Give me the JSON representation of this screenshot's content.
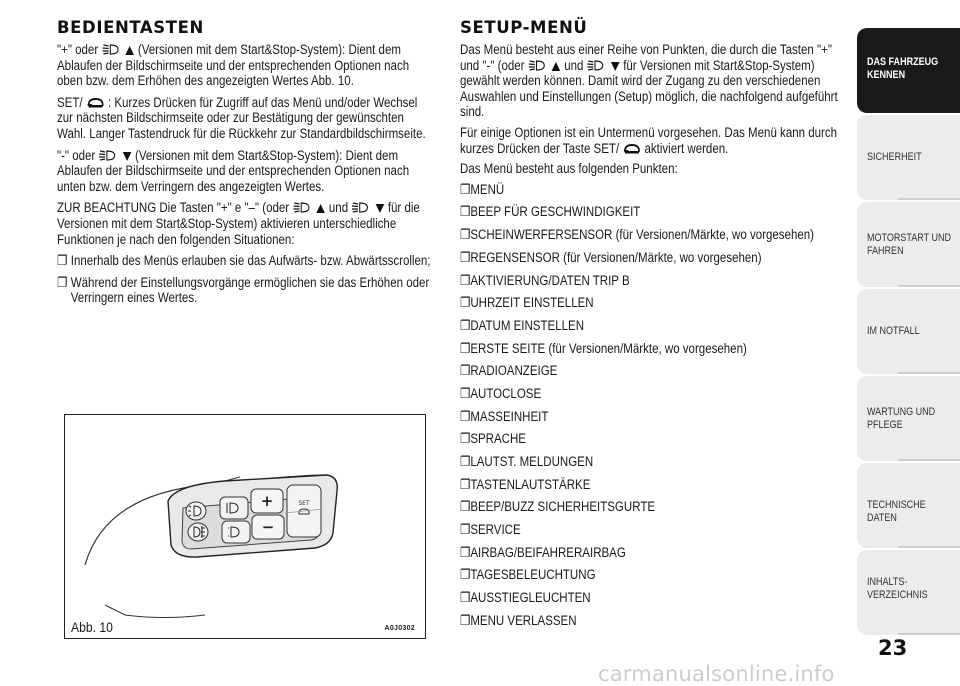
{
  "left": {
    "heading": "BEDIENTASTEN",
    "p1": {
      "pre": "\"+\" oder",
      "post": "(Versionen mit dem Start&Stop-System): Dient dem Ablaufen der Bildschirmseite und der entsprechenden Optionen nach oben bzw. dem Erhöhen des angezeigten Wertes Abb. 10."
    },
    "p2": {
      "pre": "SET/",
      "post": ": Kurzes Drücken für Zugriff auf das Menü und/oder Wechsel zur nächsten Bildschirmseite oder zur Bestätigung der gewünschten Wahl. Langer Tastendruck für die Rückkehr zur Standardbildschirmseite."
    },
    "p3": {
      "pre": "\"-\" oder",
      "post": "(Versionen mit dem Start&Stop-System): Dient dem Ablaufen der Bildschirmseite und der entsprechenden Optionen nach unten bzw. dem Verringern des angezeigten Wertes."
    },
    "p4": {
      "pre": "ZUR BEACHTUNG Die Tasten \"+\" e \"–\" (oder",
      "mid": "und",
      "post": "für die Versionen mit dem Start&Stop-System) aktivieren unterschiedliche Funktionen je nach den folgenden Situationen:"
    },
    "bullets": [
      "Innerhalb des Menüs erlauben sie das Aufwärts- bzw. Abwärtsscrollen;",
      "Während der Einstellungsvorgänge ermöglichen sie das Erhöhen oder Verringern eines Wertes."
    ],
    "figure": {
      "caption": "Abb. 10",
      "code": "A0J0302",
      "set_label": "SET",
      "plus": "+",
      "minus": "−"
    }
  },
  "right": {
    "heading": "SETUP-MENÜ",
    "p1": {
      "pre": "Das Menü besteht aus einer Reihe von Punkten, die durch die Tasten \"+\" und \"-\" (oder",
      "mid": "und",
      "post": "für Versionen mit Start&Stop-System) gewählt werden können. Damit wird der Zugang zu den verschiedenen Auswahlen und Einstellungen (Setup) möglich, die nachfolgend aufgeführt sind."
    },
    "p2": {
      "pre": "Für einige Optionen ist ein Untermenü vorgesehen. Das Menü kann durch kurzes Drücken der Taste SET/",
      "post": "aktiviert werden."
    },
    "p3": "Das Menü besteht aus folgenden Punkten:",
    "items": [
      "MENÜ",
      "BEEP FÜR GESCHWINDIGKEIT",
      "SCHEINWERFERSENSOR (für Versionen/Märkte, wo vorgesehen)",
      "REGENSENSOR (für Versionen/Märkte, wo vorgesehen)",
      "AKTIVIERUNG/DATEN TRIP B",
      "UHRZEIT EINSTELLEN",
      "DATUM EINSTELLEN",
      "ERSTE SEITE (für Versionen/Märkte, wo vorgesehen)",
      "RADIOANZEIGE",
      "AUTOCLOSE",
      "MASSEINHEIT",
      "SPRACHE",
      "LAUTST. MELDUNGEN",
      "TASTENLAUTSTÄRKE",
      "BEEP/BUZZ SICHERHEITSGURTE",
      "SERVICE",
      "AIRBAG/BEIFAHRERAIRBAG",
      "TAGESBELEUCHTUNG",
      "AUSSTIEGLEUCHTEN",
      "MENU VERLASSEN"
    ]
  },
  "sidebar": {
    "tabs": [
      {
        "label_1": "DAS FAHRZEUG",
        "label_2": "KENNEN"
      },
      {
        "label_1": "SICHERHEIT",
        "label_2": ""
      },
      {
        "label_1": "MOTORSTART UND",
        "label_2": "FAHREN"
      },
      {
        "label_1": "IM NOTFALL",
        "label_2": ""
      },
      {
        "label_1": "WARTUNG UND",
        "label_2": "PFLEGE"
      },
      {
        "label_1": "TECHNISCHE DATEN",
        "label_2": ""
      },
      {
        "label_1": "INHALTS-",
        "label_2": "VERZEICHNIS"
      }
    ]
  },
  "page_number": "23",
  "watermark": "carmanualsonline.info"
}
